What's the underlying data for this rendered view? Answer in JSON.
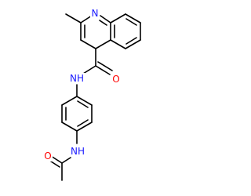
{
  "molecule": {
    "colors": {
      "bond": "#000000",
      "nitrogen": "#1a1aff",
      "oxygen": "#ff0000"
    },
    "atoms": {
      "quinoline_n": "N",
      "carbonyl_o_top": "O",
      "amide_nh_top": "NH",
      "amide_nh_bottom": "NH",
      "carbonyl_o_bottom": "O"
    }
  }
}
